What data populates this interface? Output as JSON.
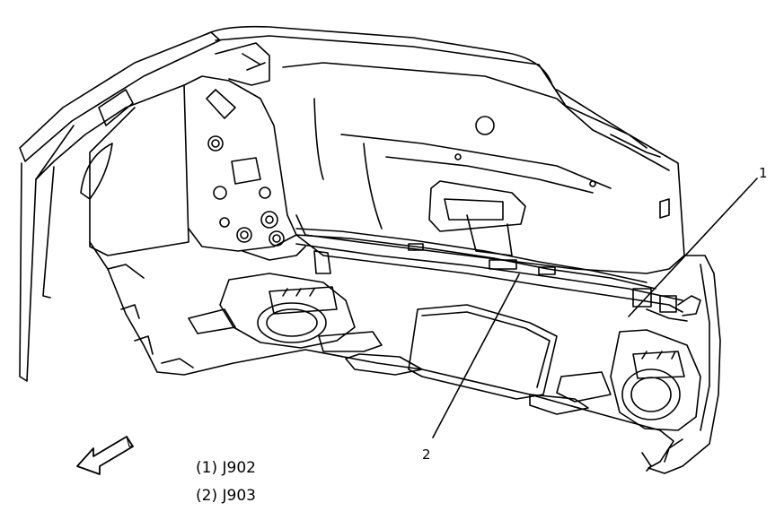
{
  "callouts": [
    {
      "number": "1"
    },
    {
      "number": "2"
    }
  ],
  "legend": [
    {
      "text": "(1) J902"
    },
    {
      "text": "(2) J903"
    }
  ],
  "colors": {
    "line": "#000000",
    "background": "#ffffff"
  },
  "icons": {
    "direction_arrow": "front-direction-arrow-icon"
  }
}
